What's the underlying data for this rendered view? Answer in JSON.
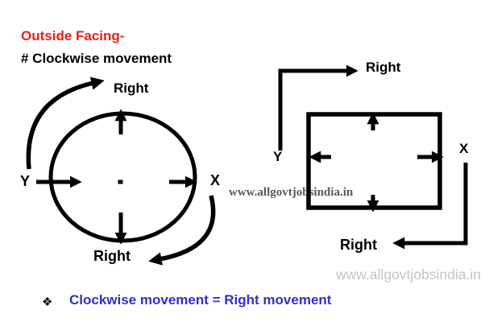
{
  "title": "Outside Facing-",
  "subtitle": "# Clockwise movement",
  "circle_diagram": {
    "label_top": "Right",
    "label_bottom": "Right",
    "label_left": "Y",
    "label_right": "X"
  },
  "square_diagram": {
    "label_top": "Right",
    "label_bottom": "Right",
    "label_left": "Y",
    "label_right": "X"
  },
  "watermarks": {
    "center": "www.allgovtjobsindia.in",
    "bottom_right": "www.allgovtjobsindia.in"
  },
  "conclusion": {
    "bullet": "❖",
    "text": "Clockwise movement = Right movement"
  },
  "colors": {
    "title_red": "#f11c1c",
    "conclusion_blue": "#3030c8",
    "watermark_center_gray": "#595959",
    "watermark_bottom_gray": "#c4c4c4",
    "diagram_black": "#000000"
  }
}
